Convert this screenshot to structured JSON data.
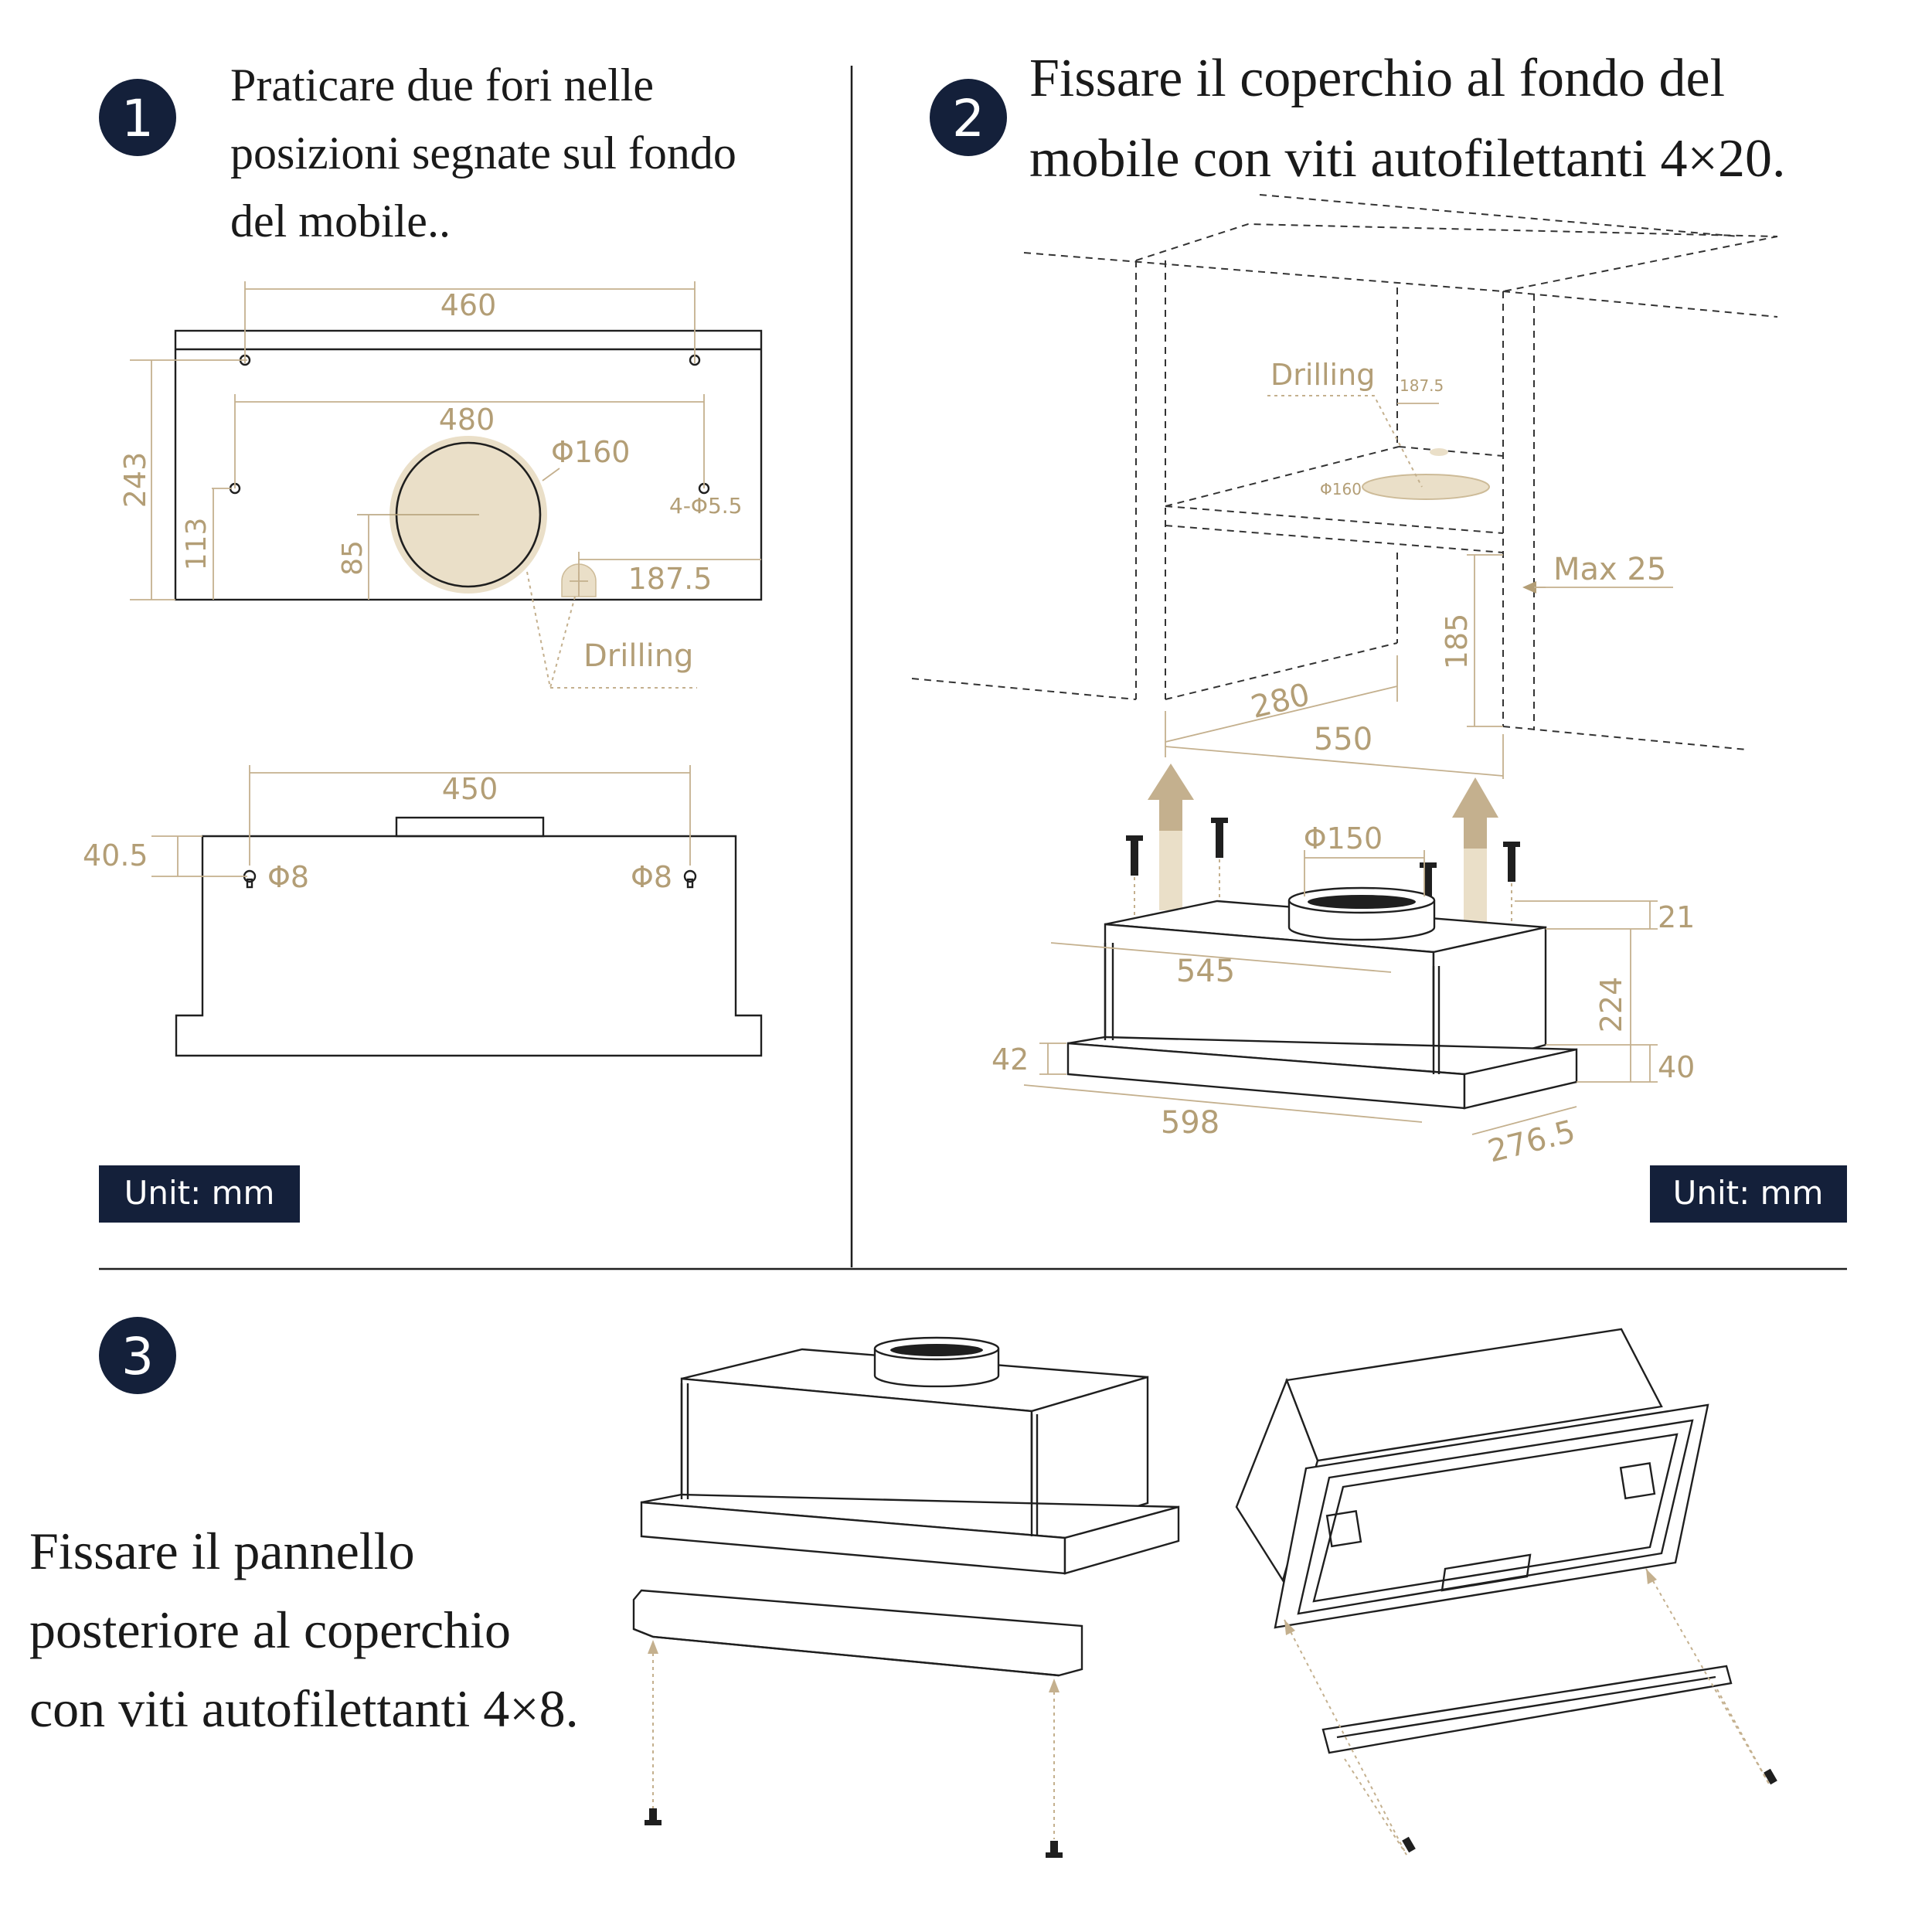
{
  "colors": {
    "navy": "#14203a",
    "gold": "#b39e76",
    "line": "#1f1f1f"
  },
  "steps": [
    {
      "number": "1",
      "text_lines": [
        "Praticare due fori nelle",
        "posizioni segnate sul fondo",
        "del mobile.."
      ],
      "dims": {
        "d460": "460",
        "d480": "480",
        "d243": "243",
        "d113": "113",
        "d85": "85",
        "phi160": "Φ160",
        "holes": "4-Φ5.5",
        "d187_5": "187.5",
        "drilling": "Drilling",
        "d450": "450",
        "d40_5": "40.5",
        "phi8_left": "Φ8",
        "phi8_right": "Φ8"
      },
      "unit_label": "Unit: mm"
    },
    {
      "number": "2",
      "text_lines": [
        "Fissare il coperchio al fondo del",
        "mobile con viti autofilettanti 4×20."
      ],
      "dims": {
        "drilling": "Drilling",
        "d187_5": "187.5",
        "phi160": "Φ160",
        "max25": "Max 25",
        "d185": "185",
        "d280": "280",
        "d550": "550",
        "phi150": "Φ150",
        "d21": "21",
        "d545": "545",
        "d224": "224",
        "d42": "42",
        "d40": "40",
        "d598": "598",
        "d276_5": "276.5"
      },
      "unit_label": "Unit: mm"
    },
    {
      "number": "3",
      "text_lines": [
        "Fissare il pannello",
        "posteriore al coperchio",
        "con viti autofilettanti 4×8."
      ]
    }
  ]
}
